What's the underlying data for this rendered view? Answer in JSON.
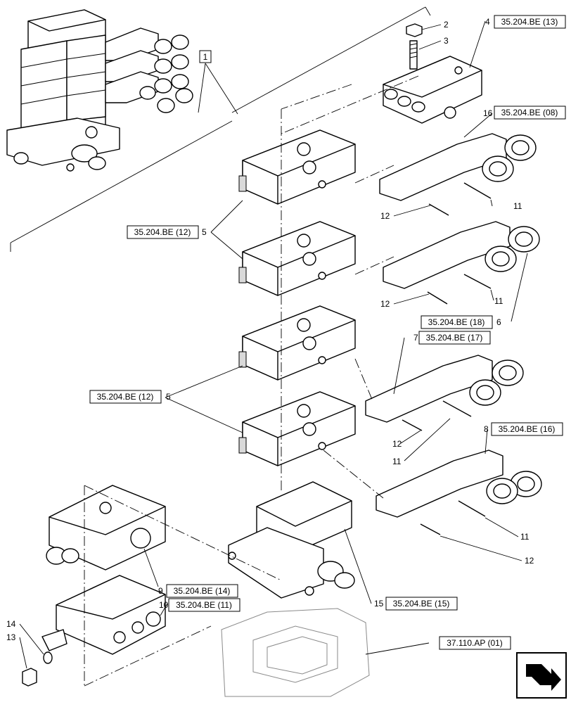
{
  "callouts": {
    "c1": "1",
    "c2": "2",
    "c3": "3",
    "c4": "4",
    "c5a": "5",
    "c5b": "5",
    "c6": "6",
    "c7": "7",
    "c8": "8",
    "c9": "9",
    "c10": "10",
    "c11a": "11",
    "c11b": "11",
    "c11c": "11",
    "c11d": "11",
    "c12a": "12",
    "c12b": "12",
    "c12c": "12",
    "c12d": "12",
    "c13": "13",
    "c14": "14",
    "c15": "15",
    "c16": "16"
  },
  "refs": {
    "r4": "35.204.BE (13)",
    "r16": "35.204.BE (08)",
    "r5a": "35.204.BE (12)",
    "r6": "35.204.BE (18)",
    "r7": "35.204.BE (17)",
    "r5b": "35.204.BE (12)",
    "r8": "35.204.BE (16)",
    "r9": "35.204.BE (14)",
    "r10": "35.204.BE (11)",
    "r15": "35.204.BE (15)",
    "r37": "37.110.AP (01)"
  },
  "icons": {
    "nav": "next-page-arrow-icon"
  }
}
